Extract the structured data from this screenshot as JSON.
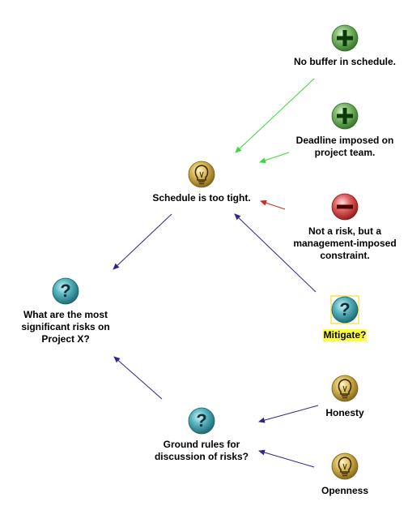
{
  "nodes": {
    "root": {
      "label": "What are the most\nsignificant risks on\nProject X?",
      "kind": "question"
    },
    "schedule": {
      "label": "Schedule is too tight.",
      "kind": "idea"
    },
    "groundrules": {
      "label": "Ground rules for\ndiscussion of risks?",
      "kind": "question"
    },
    "nobuffer": {
      "label": "No buffer in schedule.",
      "kind": "pro"
    },
    "deadline": {
      "label": "Deadline imposed on\nproject team.",
      "kind": "pro"
    },
    "notrisk": {
      "label": "Not a risk, but a\nmanagement-imposed\nconstraint.",
      "kind": "con"
    },
    "mitigate": {
      "label": "Mitigate?",
      "kind": "question",
      "selected": true
    },
    "honesty": {
      "label": "Honesty",
      "kind": "idea"
    },
    "openness": {
      "label": "Openness",
      "kind": "idea"
    }
  },
  "colors": {
    "pro_arrow": "#33dd33",
    "con_arrow": "#dd2222",
    "link_arrow": "#33228a",
    "highlight": "#ffff33"
  }
}
